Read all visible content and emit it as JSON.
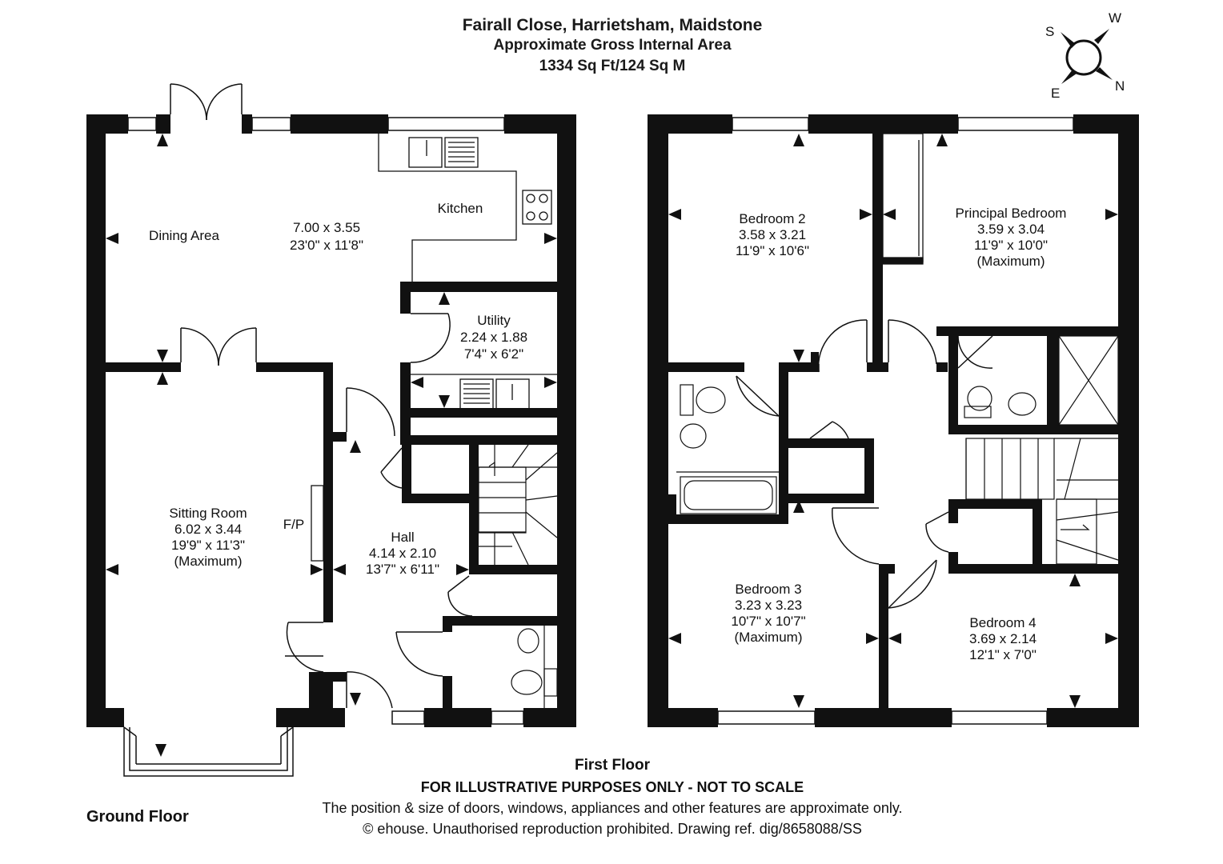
{
  "header": {
    "address": "Fairall Close, Harrietsham, Maidstone",
    "area_title": "Approximate Gross Internal Area",
    "area_value": "1334 Sq Ft/124 Sq M"
  },
  "compass": {
    "n": "N",
    "s": "S",
    "e": "E",
    "w": "W"
  },
  "ground_floor": {
    "label": "Ground Floor",
    "rooms": {
      "dining": {
        "name": "Dining Area"
      },
      "kitchen_dims": {
        "metric": "7.00 x 3.55",
        "imperial": "23'0\" x 11'8\""
      },
      "kitchen": {
        "name": "Kitchen"
      },
      "utility": {
        "name": "Utility",
        "metric": "2.24 x 1.88",
        "imperial": "7'4\" x 6'2\""
      },
      "sitting": {
        "name": "Sitting Room",
        "metric": "6.02 x 3.44",
        "imperial": "19'9\" x 11'3\"",
        "note": "(Maximum)"
      },
      "fp": {
        "name": "F/P"
      },
      "hall": {
        "name": "Hall",
        "metric": "4.14 x 2.10",
        "imperial": "13'7\" x 6'11\""
      }
    }
  },
  "first_floor": {
    "label": "First Floor",
    "rooms": {
      "bed2": {
        "name": "Bedroom 2",
        "metric": "3.58 x 3.21",
        "imperial": "11'9\" x 10'6\""
      },
      "principal": {
        "name": "Principal Bedroom",
        "metric": "3.59 x 3.04",
        "imperial": "11'9\" x 10'0\"",
        "note": "(Maximum)"
      },
      "bed3": {
        "name": "Bedroom 3",
        "metric": "3.23 x 3.23",
        "imperial": "10'7\" x 10'7\"",
        "note": "(Maximum)"
      },
      "bed4": {
        "name": "Bedroom 4",
        "metric": "3.69 x 2.14",
        "imperial": "12'1\" x 7'0\""
      }
    }
  },
  "footer": {
    "disclaimer": "FOR ILLUSTRATIVE PURPOSES ONLY - NOT TO SCALE",
    "position_note": "The position & size of doors, windows, appliances and other features are approximate only.",
    "copyright": "© ehouse. Unauthorised reproduction prohibited. Drawing ref. dig/8658088/SS"
  }
}
